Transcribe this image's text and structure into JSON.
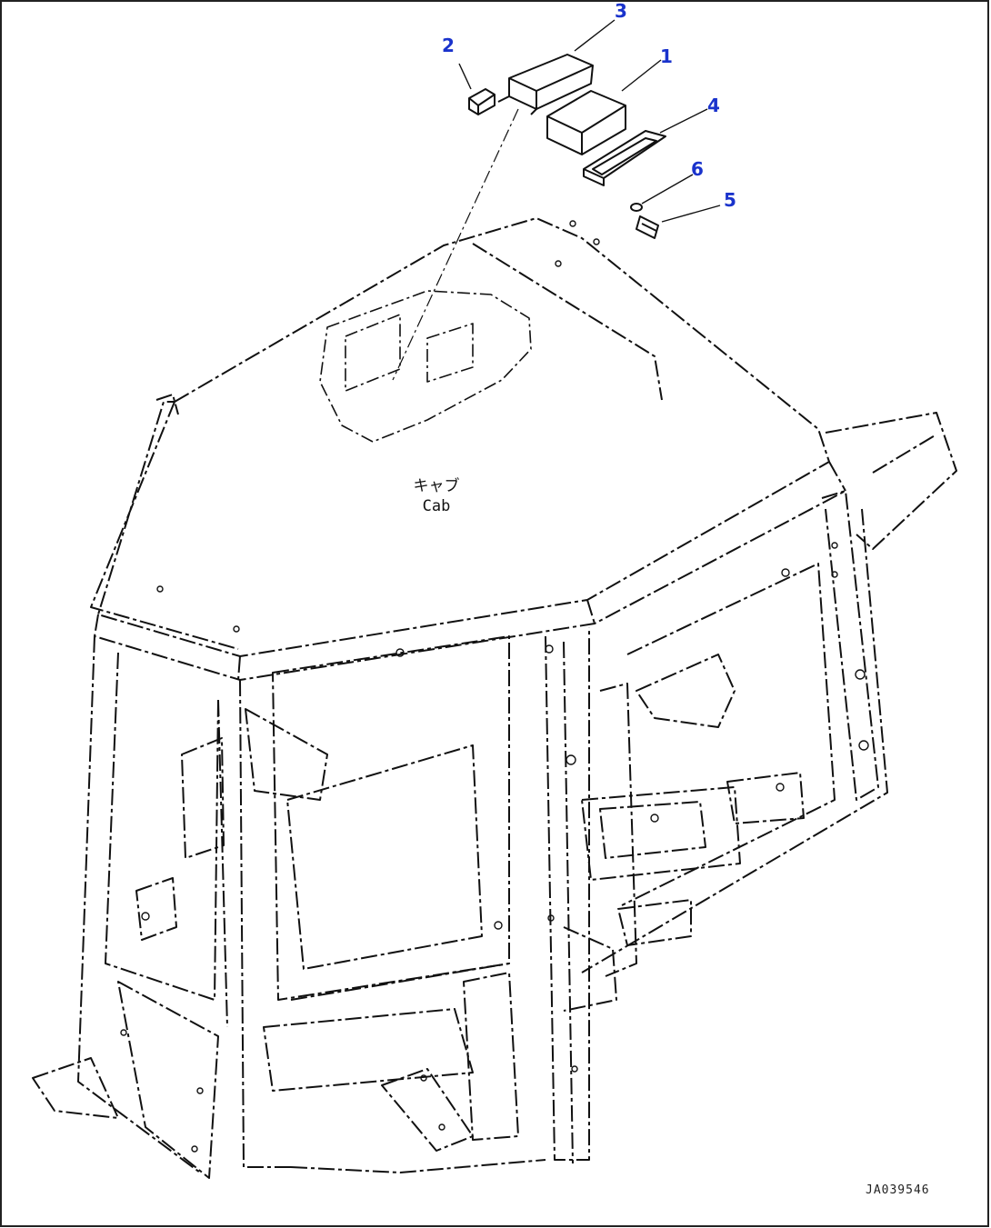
{
  "callouts": [
    {
      "id": "1",
      "label": "1"
    },
    {
      "id": "2",
      "label": "2"
    },
    {
      "id": "3",
      "label": "3"
    },
    {
      "id": "4",
      "label": "4"
    },
    {
      "id": "5",
      "label": "5"
    },
    {
      "id": "6",
      "label": "6"
    }
  ],
  "cab_label": {
    "jp": "キャブ",
    "en": "Cab"
  },
  "drawing_id": "JA039546",
  "colors": {
    "callout": "#1a33cc",
    "line": "#111111",
    "background": "#ffffff"
  }
}
